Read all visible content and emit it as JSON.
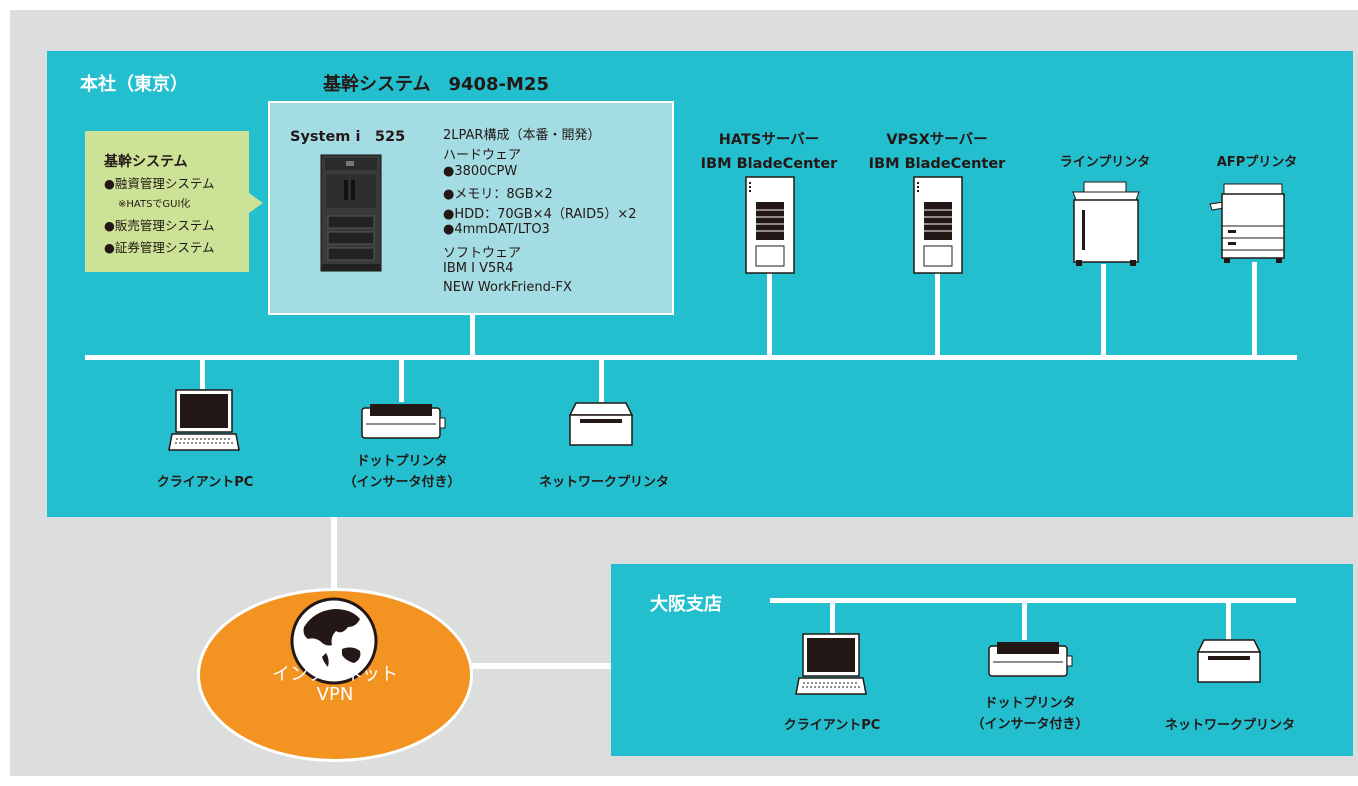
{
  "hq": {
    "title": "本社（東京）",
    "core_system_title": "基幹システム　9408-M25",
    "callout": {
      "title": "基幹システム",
      "items": [
        "●融資管理システム",
        "●販売管理システム",
        "●証券管理システム"
      ],
      "note": "※HATSでGUI化"
    },
    "system": {
      "name": "System i　525",
      "specs": [
        "2LPAR構成（本番・開発）",
        "ハードウェア",
        "●3800CPW",
        "●メモリ：8GB×2",
        "●HDD：70GB×4（RAID5）×2",
        "●4mmDAT/LTO3",
        "ソフトウェア",
        "IBM I V5R4",
        "NEW WorkFriend-FX"
      ]
    },
    "servers": [
      {
        "line1": "HATSサーバー",
        "line2": "IBM BladeCenter"
      },
      {
        "line1": "VPSXサーバー",
        "line2": "IBM BladeCenter"
      }
    ],
    "printers": {
      "line": "ラインプリンタ",
      "afp": "AFPプリンタ"
    },
    "devices": {
      "client": "クライアントPC",
      "dot_printer_l1": "ドットプリンタ",
      "dot_printer_l2": "（インサータ付き）",
      "network_printer": "ネットワークプリンタ"
    }
  },
  "vpn": {
    "line1": "インターネット",
    "line2": "VPN"
  },
  "osaka": {
    "title": "大阪支店",
    "devices": {
      "client": "クライアントPC",
      "dot_printer_l1": "ドットプリンタ",
      "dot_printer_l2": "（インサータ付き）",
      "network_printer": "ネットワークプリンタ"
    }
  }
}
